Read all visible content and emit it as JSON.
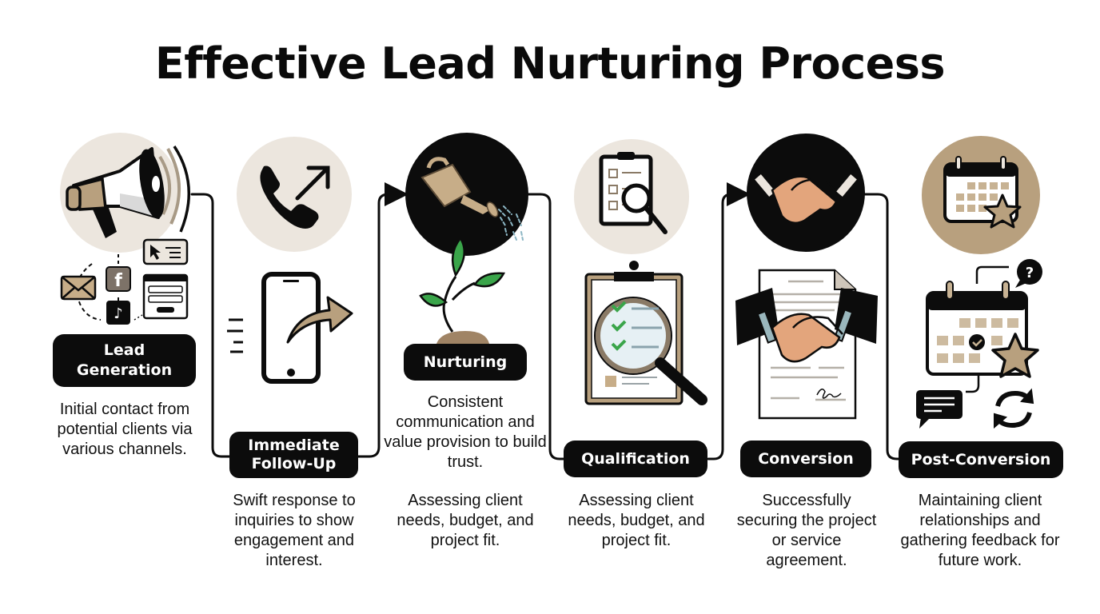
{
  "title": "Effective Lead Nurturing Process",
  "colors": {
    "ink": "#0c0c0c",
    "tan": "#b8a07e",
    "cream": "#ece6de",
    "green": "#3aa54a",
    "skin": "#e3a57c",
    "cuff": "#9ab7bd"
  },
  "steps": [
    {
      "label": "Lead Generation",
      "label_lines": [
        "Lead",
        "Generation"
      ],
      "description": "Initial contact from potential clients via various channels.",
      "top_icon": "megaphone-icon",
      "bottom_icons": [
        "email-icon",
        "facebook-icon",
        "tiktok-icon",
        "cursor-click-icon",
        "web-form-icon"
      ]
    },
    {
      "label": "Immediate Follow-Up",
      "label_lines": [
        "Immediate",
        "Follow-Up"
      ],
      "description": "Swift response to inquiries to show engagement and interest.",
      "top_icon": "phone-outgoing-icon",
      "bottom_icons": [
        "smartphone-forward-icon"
      ]
    },
    {
      "label": "Nurturing",
      "description": "Consistent communication and value provision to build trust.",
      "extra_description": "Assessing client needs, budget, and project fit.",
      "top_icon": "watering-can-icon",
      "bottom_icons": [
        "sprout-icon"
      ]
    },
    {
      "label": "Qualification",
      "description": "Assessing client needs, budget, and project fit.",
      "top_icon": "clipboard-search-icon",
      "bottom_icons": [
        "clipboard-magnifier-icon"
      ]
    },
    {
      "label": "Conversion",
      "description": "Successfully securing the project or service agreement.",
      "top_icon": "handshake-icon",
      "bottom_icons": [
        "contract-handshake-icon"
      ]
    },
    {
      "label": "Post-Conversion",
      "description": "Maintaining client relationships and gathering feedback for future work.",
      "top_icon": "calendar-star-icon",
      "bottom_icons": [
        "calendar-check-star-icon",
        "question-bubble-icon",
        "chat-bubble-icon",
        "refresh-icon"
      ]
    }
  ]
}
